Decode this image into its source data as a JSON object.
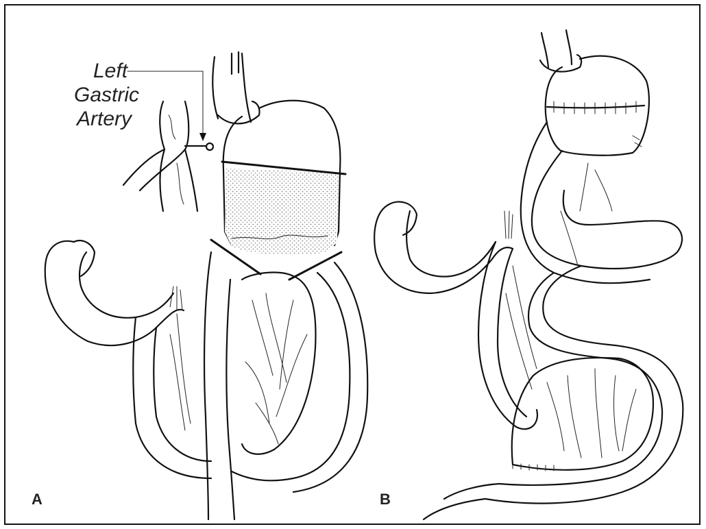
{
  "figure": {
    "callout_label_lines": [
      "Left",
      "Gastric",
      "Artery"
    ],
    "panel_a_label": "A",
    "panel_b_label": "B"
  },
  "colors": {
    "ink": "#111111",
    "shading": "#cfcfcf",
    "background": "#ffffff"
  }
}
